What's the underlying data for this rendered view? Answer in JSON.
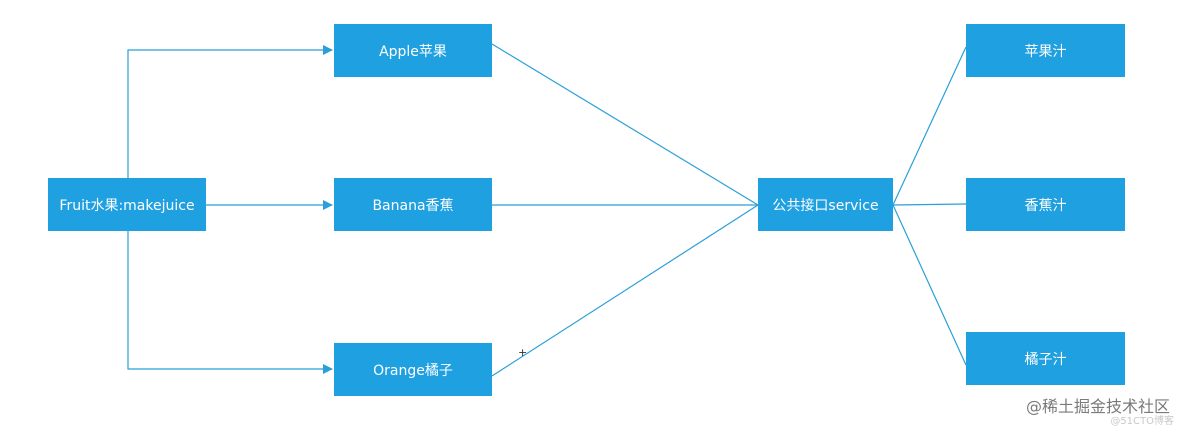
{
  "nodes": {
    "fruit": "Fruit水果:makejuice",
    "apple": "Apple苹果",
    "banana": "Banana香蕉",
    "orange": "Orange橘子",
    "service": "公共接口service",
    "apple_juice": "苹果汁",
    "banana_juice": "香蕉汁",
    "orange_juice": "橘子汁"
  },
  "colors": {
    "node_fill": "#1fa0e0",
    "node_text": "#ffffff",
    "connector": "#2a9fd8"
  },
  "cursor_glyph": "+",
  "watermark": {
    "main": "@稀土掘金技术社区",
    "sub": "@51CTO博客"
  }
}
